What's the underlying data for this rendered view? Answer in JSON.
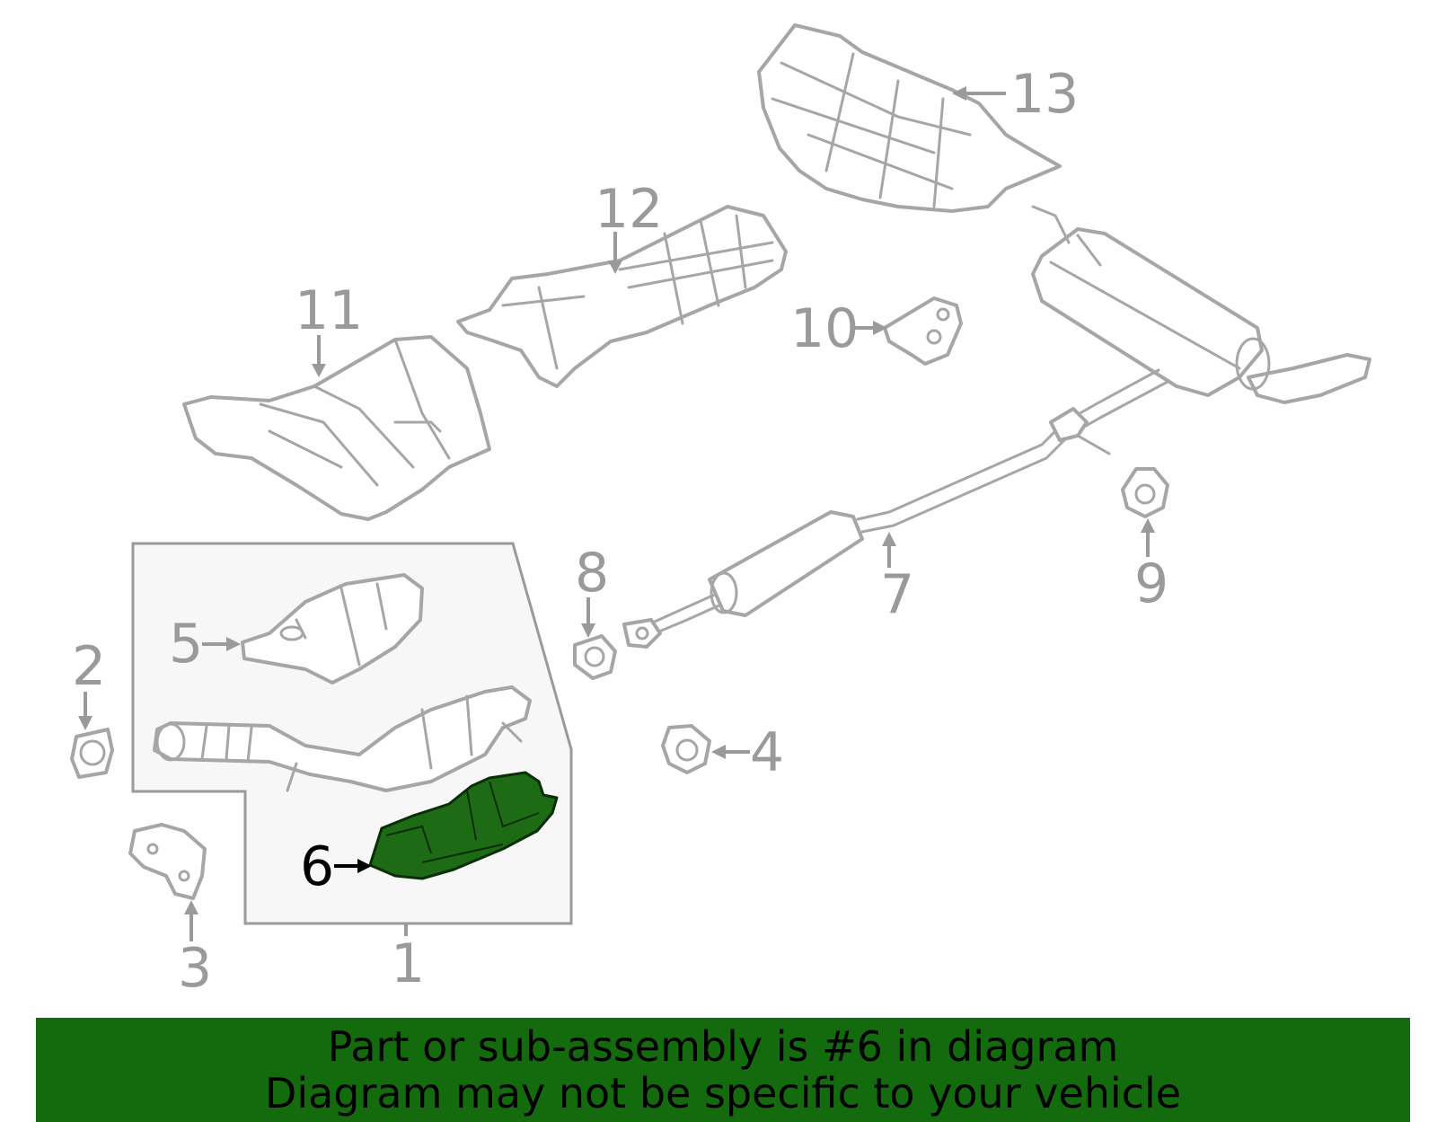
{
  "diagram": {
    "callouts": [
      "1",
      "2",
      "3",
      "4",
      "5",
      "6",
      "7",
      "8",
      "9",
      "10",
      "11",
      "12",
      "13"
    ],
    "highlighted_part": "6",
    "colors": {
      "line_art": "#a6a6a6",
      "highlight_fill": "#1e6b16",
      "assembly_box_fill": "#f7f7f7",
      "banner_bg": "#136b0e"
    }
  },
  "banner": {
    "line1": "Part or sub-assembly is #6 in diagram",
    "line2": "Diagram may not be specific to your vehicle"
  }
}
